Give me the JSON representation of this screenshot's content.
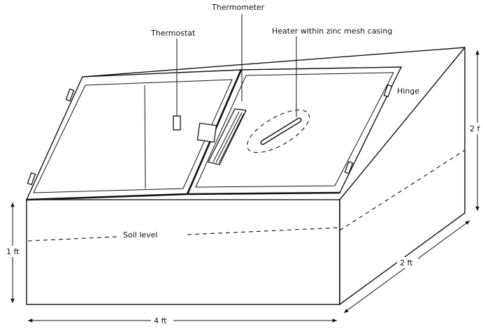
{
  "labels": {
    "thermometer": "Thermometer",
    "thermostat": "Thermostat",
    "heater": "Heater within zinc mesh casing",
    "hinge": "Hinge",
    "soil_level": "Soil level",
    "height_1ft": "1 ft",
    "height_2ft": "2 f",
    "depth_2ft": "2 ft",
    "width_4ft": "4 ft"
  }
}
